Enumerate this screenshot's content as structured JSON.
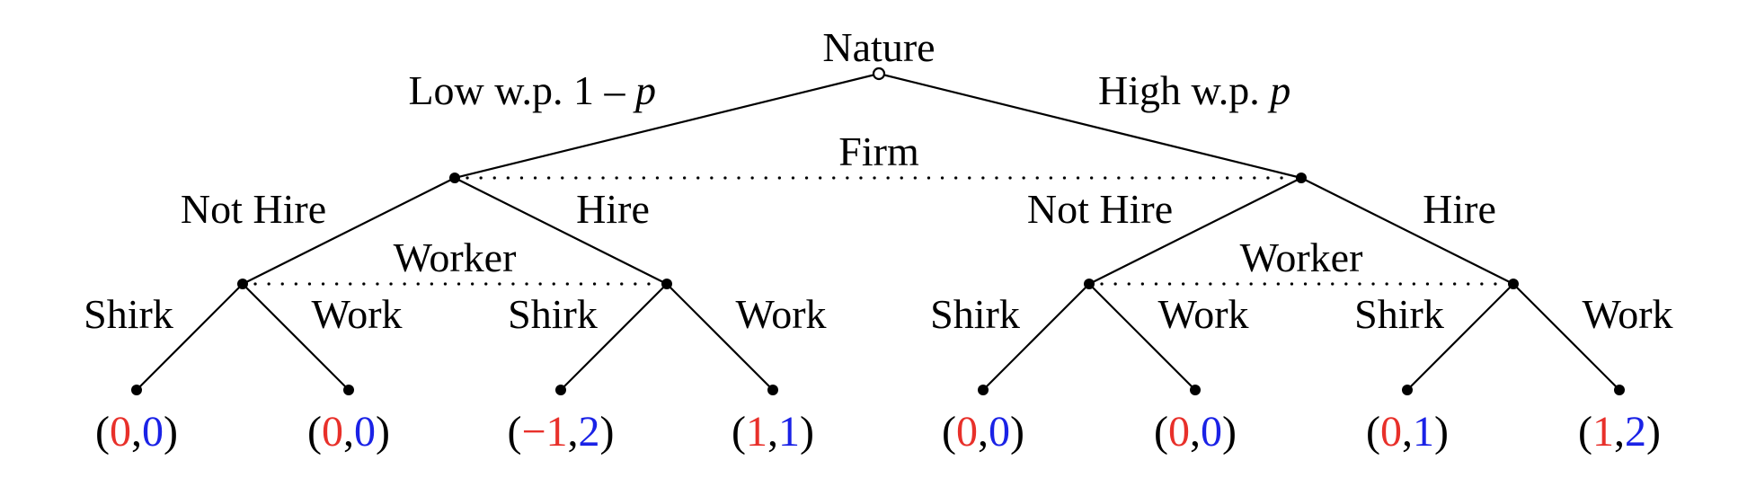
{
  "colors": {
    "text": "#000000",
    "firm": "#e8302a",
    "worker": "#1a22e6"
  },
  "labels": {
    "nature": "Nature",
    "firm": "Firm",
    "worker": "Worker",
    "low_prefix": "Low w.p. 1 – ",
    "low_var": "p",
    "high_prefix": "High w.p. ",
    "high_var": "p",
    "not_hire": "Not Hire",
    "hire": "Hire",
    "shirk": "Shirk",
    "work": "Work"
  },
  "payoffs": [
    {
      "firm": "0",
      "worker": "0"
    },
    {
      "firm": "0",
      "worker": "0"
    },
    {
      "firm": "−1",
      "worker": "2"
    },
    {
      "firm": "1",
      "worker": "1"
    },
    {
      "firm": "0",
      "worker": "0"
    },
    {
      "firm": "0",
      "worker": "0"
    },
    {
      "firm": "0",
      "worker": "1"
    },
    {
      "firm": "1",
      "worker": "2"
    }
  ]
}
